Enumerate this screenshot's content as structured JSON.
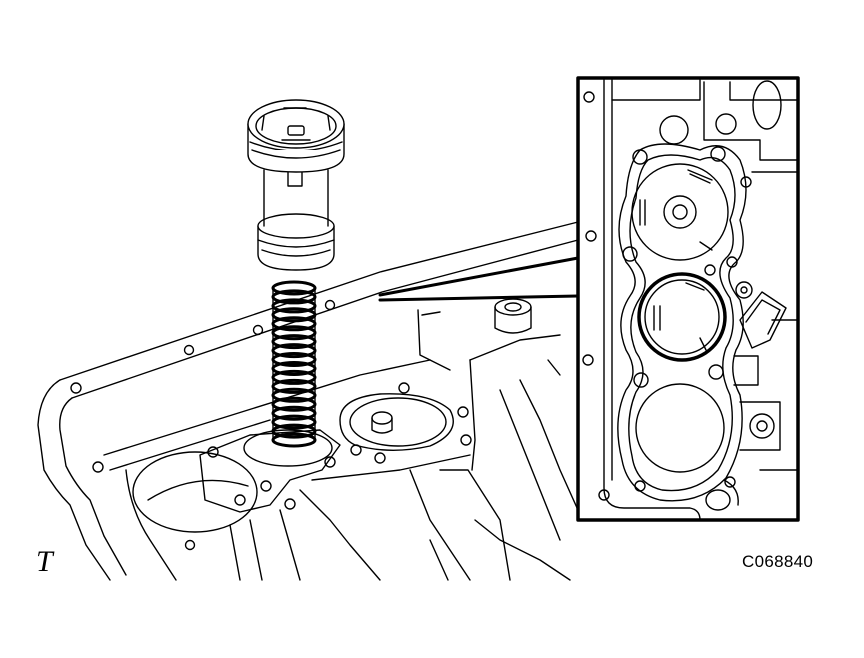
{
  "labels": {
    "view_marker": "T",
    "figure_code": "C068840"
  },
  "colors": {
    "ink": "#000000",
    "paper": "#ffffff"
  },
  "parts": {
    "spring_coils": 17,
    "inset_bores": 3
  }
}
